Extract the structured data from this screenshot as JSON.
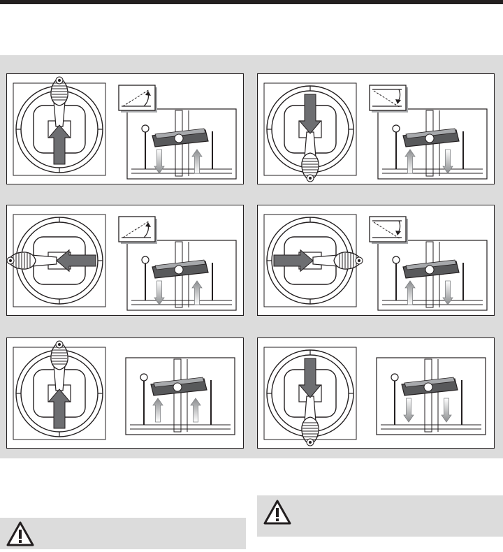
{
  "page": {
    "colors": {
      "ink": "#231f20",
      "arrow": "#6d6e71",
      "figure_bg": "#dcdcdc",
      "paper": "#ffffff"
    }
  },
  "figure": {
    "panels": [
      {
        "id": "p1",
        "direction": "stick-up",
        "trim": "trim-up",
        "servos": "left-down-right-up"
      },
      {
        "id": "p2",
        "direction": "stick-down",
        "trim": "trim-down",
        "servos": "left-up-right-down"
      },
      {
        "id": "p3",
        "direction": "stick-left",
        "trim": "trim-up",
        "servos": "left-down-right-up"
      },
      {
        "id": "p4",
        "direction": "stick-right",
        "trim": "trim-down",
        "servos": "left-up-right-down"
      },
      {
        "id": "p5",
        "direction": "stick-up",
        "trim": "none",
        "servos": "both-up"
      },
      {
        "id": "p6",
        "direction": "stick-down",
        "trim": "none",
        "servos": "both-down"
      }
    ]
  },
  "warnings": [
    {
      "icon": "warning-triangle-icon"
    },
    {
      "icon": "warning-triangle-icon"
    }
  ]
}
